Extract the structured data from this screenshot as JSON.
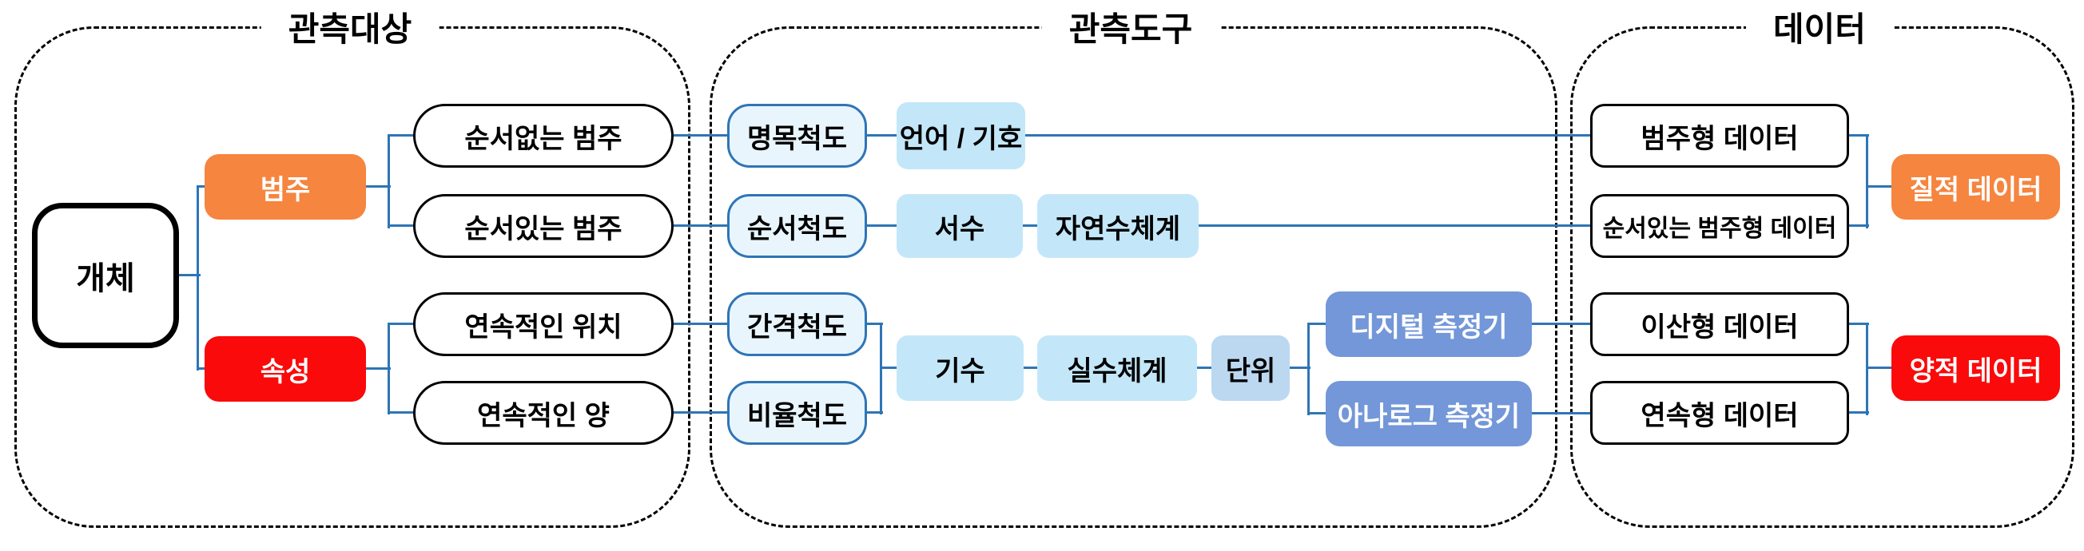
{
  "sections": {
    "target": {
      "title": "관측대상"
    },
    "tool": {
      "title": "관측도구"
    },
    "data": {
      "title": "데이터"
    }
  },
  "nodes": {
    "entity": "개체",
    "category": "범주",
    "attribute": "속성",
    "unordered_category": "순서없는 범주",
    "ordered_category": "순서있는 범주",
    "continuous_position": "연속적인 위치",
    "continuous_quantity": "연속적인 양",
    "nominal_scale": "명목척도",
    "ordinal_scale": "순서척도",
    "interval_scale": "간격척도",
    "ratio_scale": "비율척도",
    "language_symbol": "언어 / 기호",
    "ordinal_number": "서수",
    "natural_number_system": "자연수체계",
    "cardinal_number": "기수",
    "real_number_system": "실수체계",
    "unit": "단위",
    "digital_meter": "디지털 측정기",
    "analog_meter": "아나로그 측정기",
    "categorical_data": "범주형 데이터",
    "ordered_categorical_data": "순서있는 범주형 데이터",
    "discrete_data": "이산형 데이터",
    "continuous_data": "연속형 데이터",
    "qualitative_data": "질적 데이터",
    "quantitative_data": "양적 데이터"
  },
  "colors": {
    "accent_orange": "#f5853f",
    "accent_red": "#fa0a0a",
    "connector_blue": "#2e75b6",
    "scale_pill_fill": "#e9f5fd",
    "system_box_fill": "#c3e7f9",
    "unit_box_fill": "#bcd8f0",
    "meter_box_fill": "#7397d8",
    "outline_black": "#000000"
  }
}
